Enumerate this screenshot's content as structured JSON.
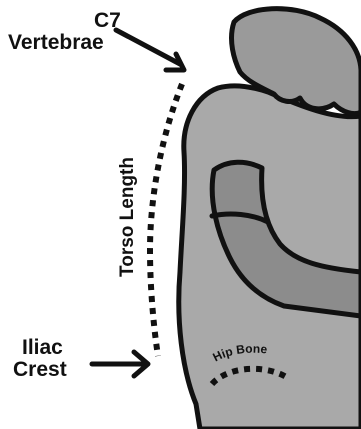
{
  "labels": {
    "c7_line1": "C7",
    "c7_line2": "Vertebrae",
    "torso_length": "Torso Length",
    "iliac_line1": "Iliac",
    "iliac_line2": "Crest",
    "hip_bone": "Hip Bone"
  },
  "colors": {
    "outline": "#111111",
    "head": "#9a9a9a",
    "torso": "#a9a9a9",
    "arm": "#8c8c8c",
    "background": "#ffffff"
  }
}
